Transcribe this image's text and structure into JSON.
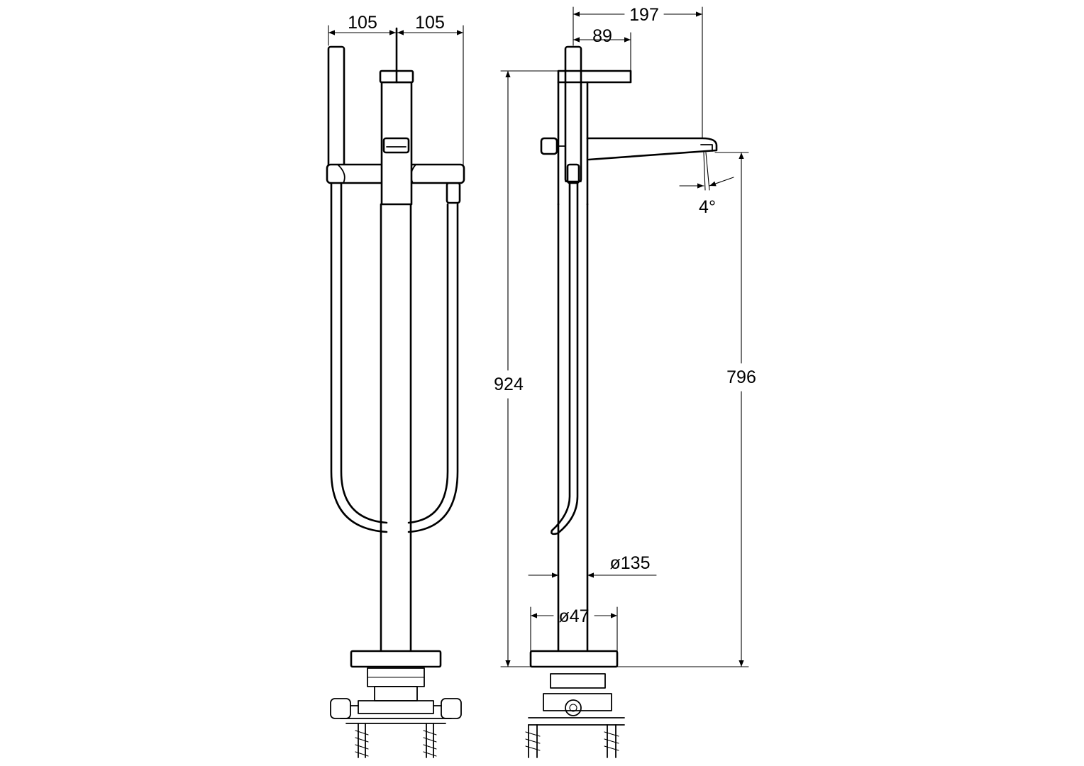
{
  "drawing": {
    "line_color": "#000000",
    "background": "#ffffff",
    "dimensions": {
      "front_left_width": "105",
      "front_right_width": "105",
      "spout_reach": "197",
      "handle_offset": "89",
      "total_height": "924",
      "spout_height": "796",
      "spout_angle": "4°",
      "base_diameter": "ø135",
      "column_diameter": "ø47"
    }
  }
}
